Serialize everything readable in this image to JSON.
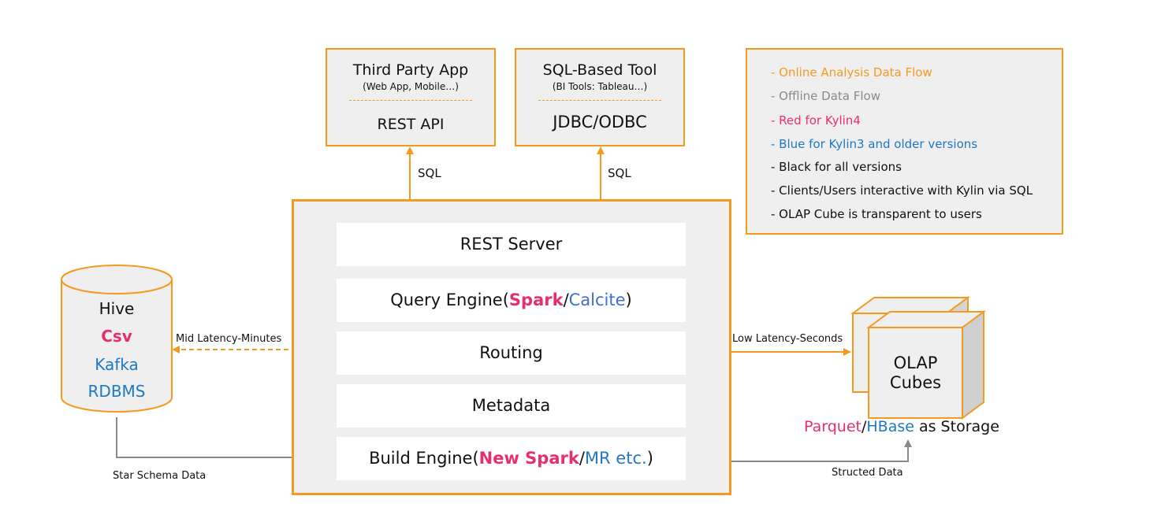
{
  "clients": {
    "third_party": {
      "title": "Third Party App",
      "subtitle": "(Web App, Mobile…)",
      "api": "REST API"
    },
    "sql_tool": {
      "title": "SQL-Based Tool",
      "subtitle": "(BI Tools: Tableau…)",
      "api": "JDBC/ODBC"
    },
    "sql_label": "SQL"
  },
  "legend": {
    "online": "- Online Analysis Data Flow",
    "offline": "- Offline Data Flow",
    "red": "- Red for Kylin4",
    "blue": "- Blue for Kylin3 and older versions",
    "black": "- Black for all versions",
    "clients": "- Clients/Users interactive with Kylin via SQL",
    "olap": "- OLAP Cube is transparent to users"
  },
  "kylin": {
    "rest_server": "REST Server",
    "query_engine": {
      "prefix": "Query Engine(",
      "spark": "Spark",
      "slash": "/",
      "calcite": "Calcite",
      "suffix": ")"
    },
    "routing": "Routing",
    "metadata": "Metadata",
    "build_engine": {
      "prefix": "Build Engine(",
      "new_spark": "New Spark",
      "slash": "/",
      "mr": "MR etc.",
      "suffix": ")"
    }
  },
  "sources": {
    "hive": "Hive",
    "csv": "Csv",
    "kafka": "Kafka",
    "rdbms": "RDBMS"
  },
  "flows": {
    "mid_latency": "Mid Latency-Minutes",
    "low_latency": "Low Latency-Seconds",
    "star_schema": "Star Schema Data",
    "structed": "Structed Data"
  },
  "storage": {
    "cube_line1": "OLAP",
    "cube_line2": "Cubes",
    "parquet": "Parquet",
    "slash": "/",
    "hbase": "HBase",
    "suffix": " as Storage"
  },
  "colors": {
    "orange": "#f39a1f",
    "gray_flow": "#8a8a8a",
    "red": "#e6306e",
    "blue": "#1f78c1",
    "box_fill": "#efefef"
  }
}
